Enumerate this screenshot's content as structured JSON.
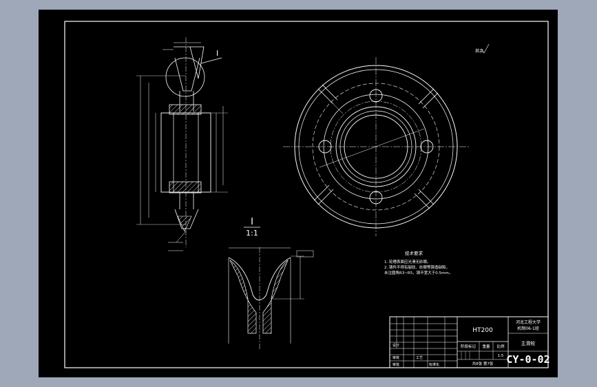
{
  "title_block": {
    "material": "HT200",
    "school_line1": "河北工程大学",
    "school_line2": "机制06-1班",
    "part_name": "主滑轮",
    "drawing_number": "CY-0-02",
    "scale_label": "比例",
    "scale": "1:5",
    "sheet_info": "共8张 第7张",
    "weight_label": "重量",
    "stage_label": "阶段标记",
    "designer_label": "设计",
    "check_label": "审核",
    "approve_label": "审批",
    "process_label": "工艺",
    "standard_label": "标准化"
  },
  "tech_req": {
    "heading": "技术要求",
    "line1": "1. 轮槽表面应光滑无砂眼。",
    "line2": "2. 铸件不得有裂纹、砂眼等铸造缺陷，",
    "line3": "   未注圆角R3~R5，铸不宽大于0.5mm。"
  },
  "detail": {
    "label": "I",
    "scale": "1:1"
  },
  "section_callout": "I",
  "roughness_note": "其余"
}
